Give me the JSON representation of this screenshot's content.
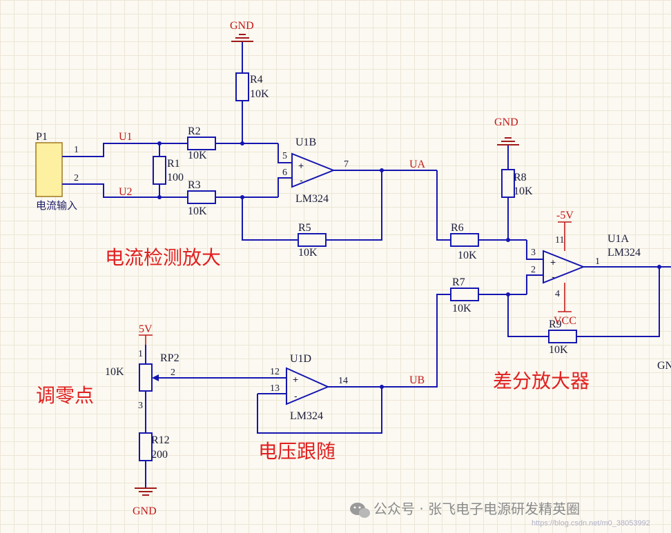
{
  "connector": {
    "ref": "P1",
    "pin1": "1",
    "pin2": "2",
    "label": "电流输入"
  },
  "nets": {
    "u1": "U1",
    "u2": "U2",
    "ua": "UA",
    "ub": "UB"
  },
  "power": {
    "gnd": "GND",
    "neg5v": "-5V",
    "pos5v": "5V",
    "vcc": "VCC",
    "gnd_right": "GN"
  },
  "resistors": {
    "r1": {
      "ref": "R1",
      "value": "100"
    },
    "r2": {
      "ref": "R2",
      "value": "10K"
    },
    "r3": {
      "ref": "R3",
      "value": "10K"
    },
    "r4": {
      "ref": "R4",
      "value": "10K"
    },
    "r5": {
      "ref": "R5",
      "value": "10K"
    },
    "r6": {
      "ref": "R6",
      "value": "10K"
    },
    "r7": {
      "ref": "R7",
      "value": "10K"
    },
    "r8": {
      "ref": "R8",
      "value": "10K"
    },
    "r9": {
      "ref": "R9",
      "value": "10K"
    },
    "r12": {
      "ref": "R12",
      "value": "200"
    }
  },
  "pot": {
    "ref": "RP2",
    "value": "10K",
    "pin1": "1",
    "pin2": "2",
    "pin3": "3"
  },
  "opamps": {
    "u1b": {
      "ref": "U1B",
      "part": "LM324",
      "pin_plus": "5",
      "pin_minus": "6",
      "pin_out": "7"
    },
    "u1a": {
      "ref": "U1A",
      "part": "LM324",
      "pin_plus": "3",
      "pin_minus": "2",
      "pin_out": "1",
      "pin_vpos": "11",
      "pin_vneg": "4"
    },
    "u1d": {
      "ref": "U1D",
      "part": "LM324",
      "pin_plus": "12",
      "pin_minus": "13",
      "pin_out": "14"
    }
  },
  "signs": {
    "plus": "+",
    "minus": "-"
  },
  "sections": {
    "current_amp": "电流检测放大",
    "diff_amp": "差分放大器",
    "zero_adjust": "调零点",
    "voltage_follower": "电压跟随"
  },
  "watermark": {
    "text": "公众号 · 张飞电子电源研发精英圈",
    "url": "https://blog.csdn.net/m0_38053992"
  },
  "colors": {
    "wire": "#1515b0",
    "label": "#c41818",
    "section": "#e02020",
    "connector": "#fdf0a0",
    "background": "#fbf9f1"
  }
}
